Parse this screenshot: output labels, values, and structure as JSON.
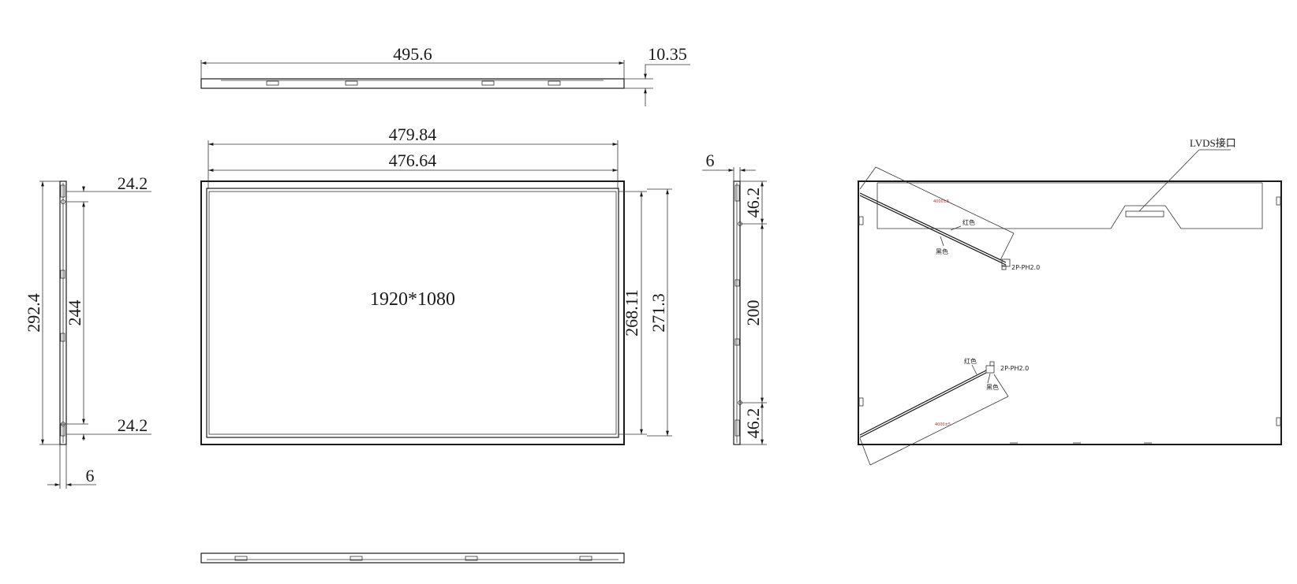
{
  "dimensions": {
    "overall_width": "495.6",
    "depth": "10.35",
    "bezel_width": "479.84",
    "active_width": "476.64",
    "resolution": "1920*1080",
    "active_height": "268.11",
    "bezel_height": "271.3",
    "overall_height": "292.4",
    "inner_height": "244",
    "top_offset": "24.2",
    "bottom_offset": "24.2",
    "side_thickness_left": "6",
    "side_thickness_right": "6",
    "right_top_offset": "46.2",
    "right_mid": "200",
    "right_bottom_offset": "46.2"
  },
  "back_view": {
    "interface_label": "LVDS接口",
    "red_label_top": "红色",
    "black_label_top": "黑色",
    "connector_top": "2P-PH2.0",
    "red_label_bottom": "红色",
    "black_label_bottom": "黑色",
    "connector_bottom": "2P-PH2.0"
  },
  "colors": {
    "line": "#1a1a1a",
    "background": "#ffffff"
  }
}
